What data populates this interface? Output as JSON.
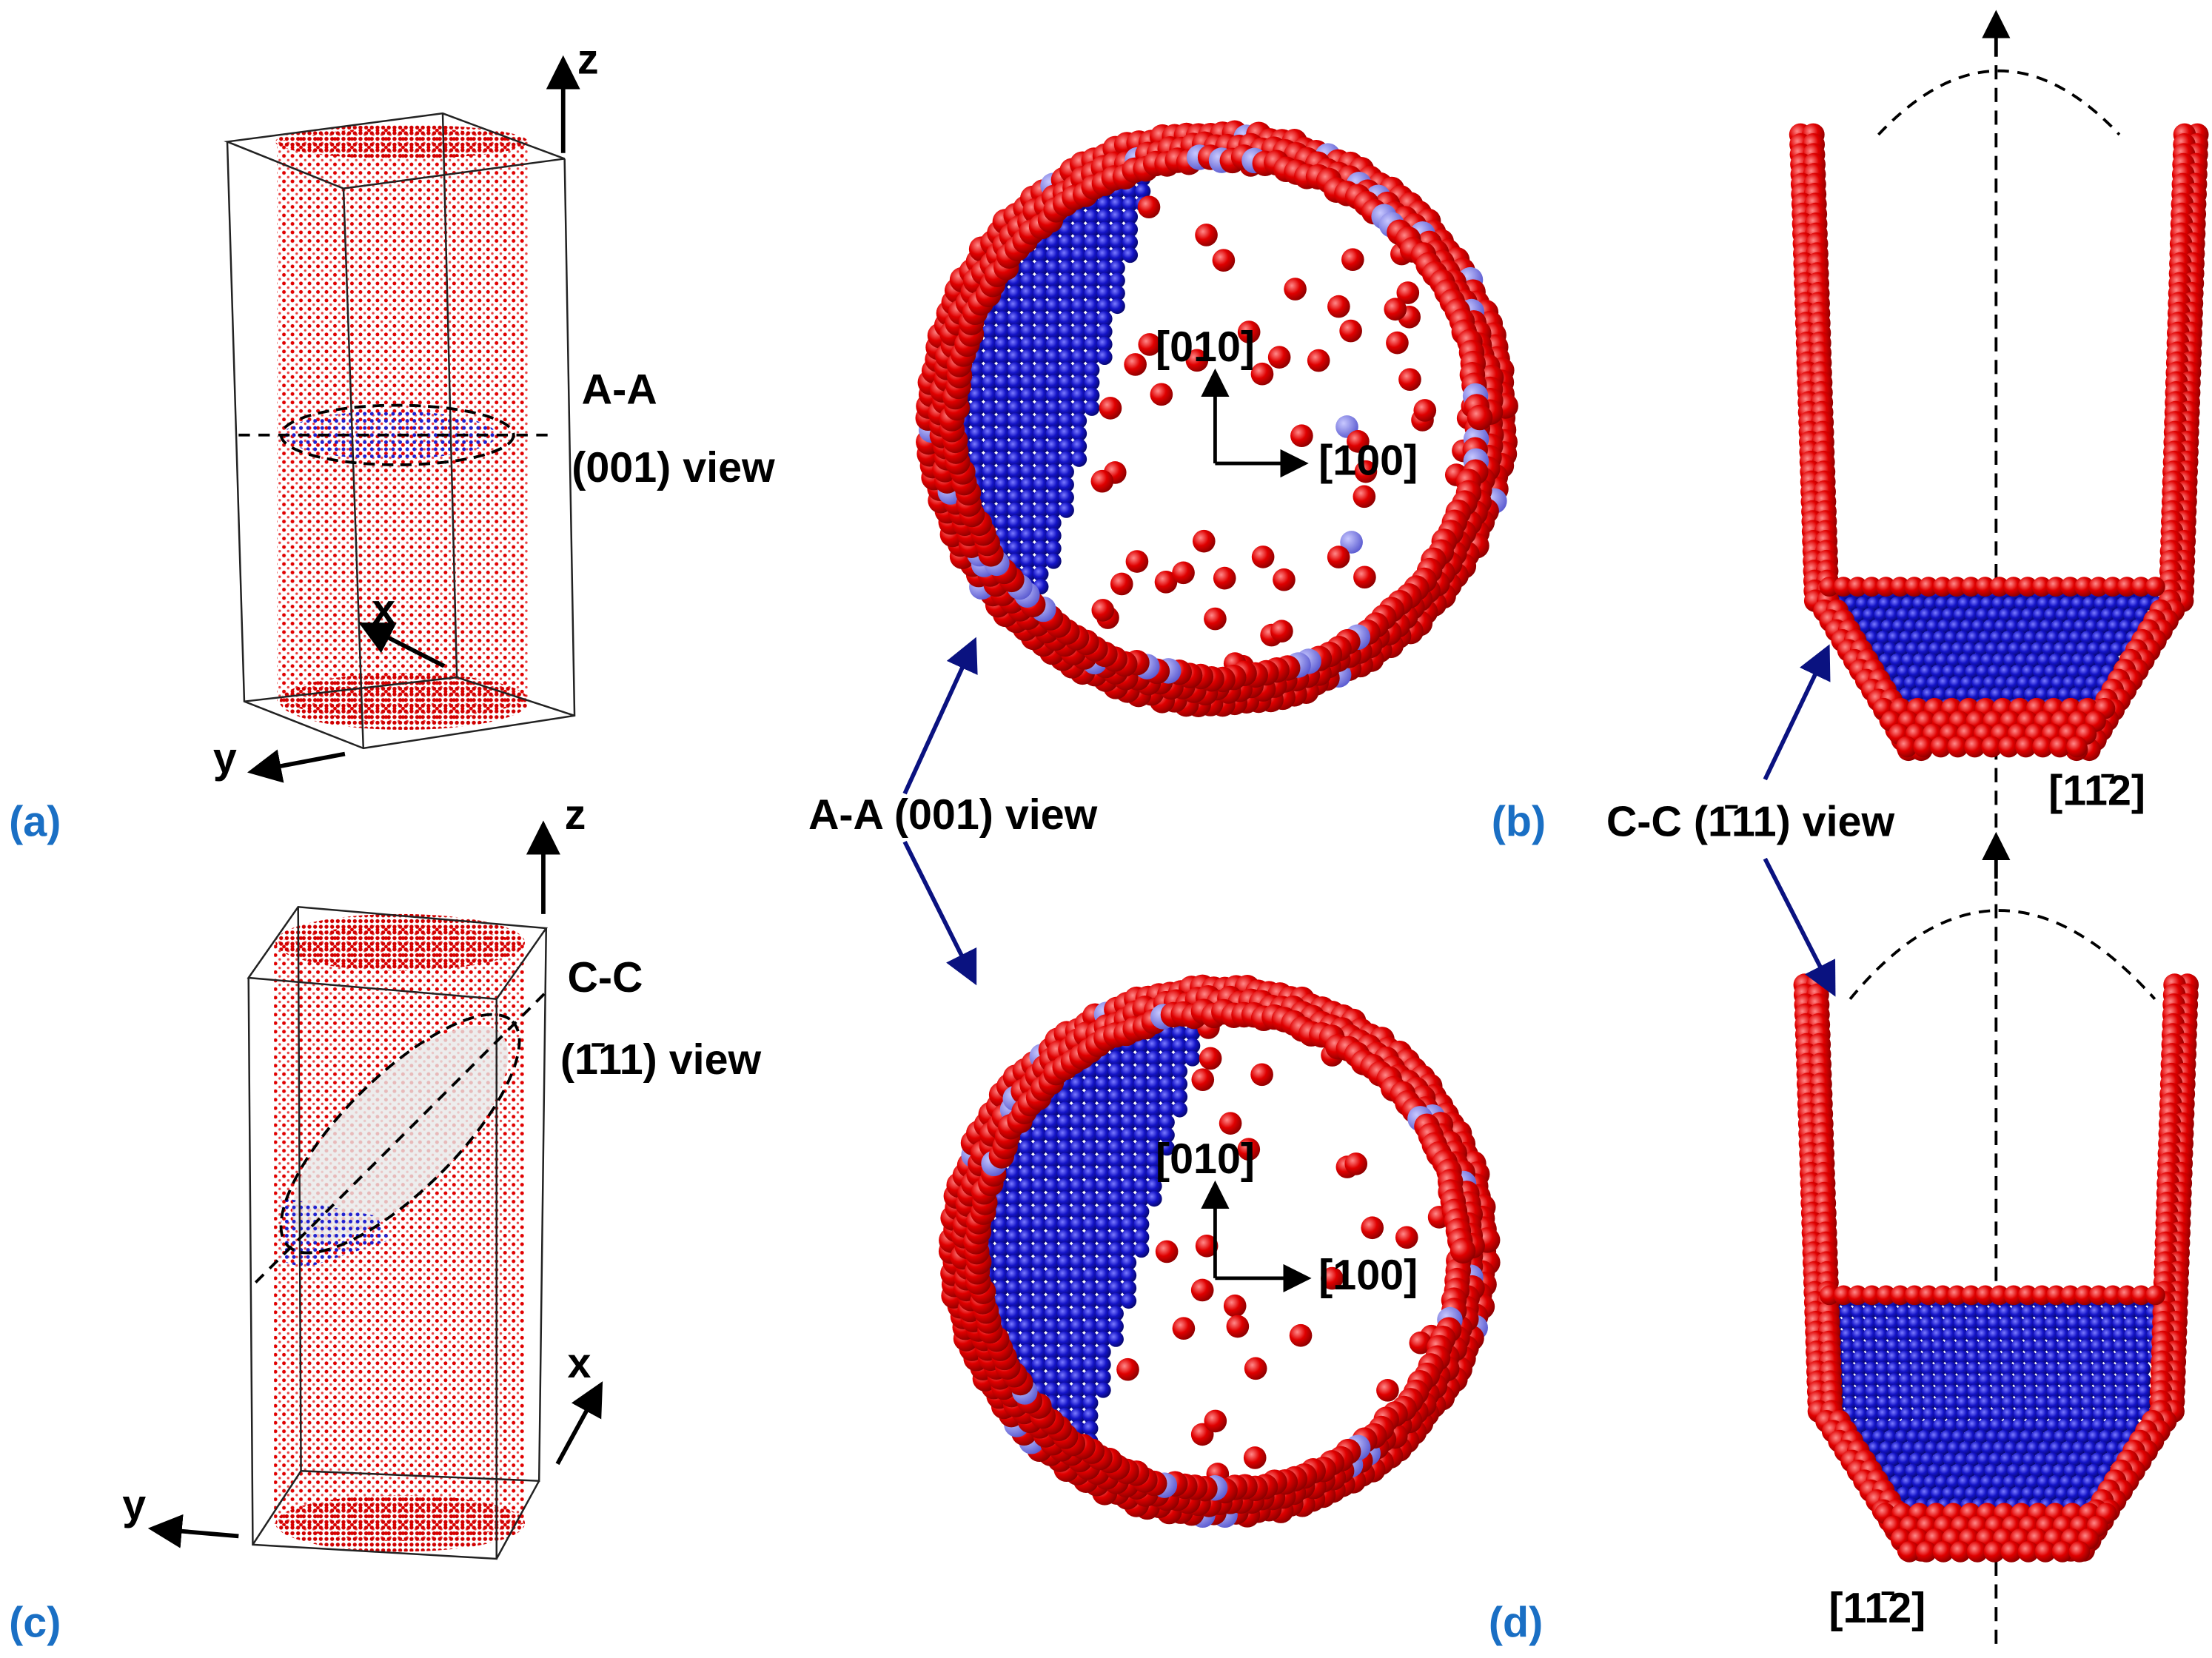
{
  "colors": {
    "matrix_atoms": "#e00000",
    "precipitate_atoms": "#1010c8",
    "panel_label": "#1a6fc4",
    "arrows": "#0a1280"
  },
  "panel_a": {
    "label": "(a)",
    "axis_z": "z",
    "axis_x": "x",
    "axis_y": "y",
    "section": "A-A",
    "view": "(001) view"
  },
  "panel_c": {
    "label": "(c)",
    "axis_z": "z",
    "axis_x": "x",
    "axis_y": "y",
    "section": "C-C",
    "view": "(1̄11) view"
  },
  "middle": {
    "caption": "A-A  (001) view",
    "top_dir_up": "[010]",
    "top_dir_right": "[100]",
    "bottom_dir_up": "[010]",
    "bottom_dir_right": "[100]"
  },
  "panel_b": {
    "label": "(b)",
    "caption": "C-C  (1̄11) view",
    "direction": "[11̄2]"
  },
  "panel_d": {
    "label": "(d)",
    "direction": "[11̄2]"
  }
}
